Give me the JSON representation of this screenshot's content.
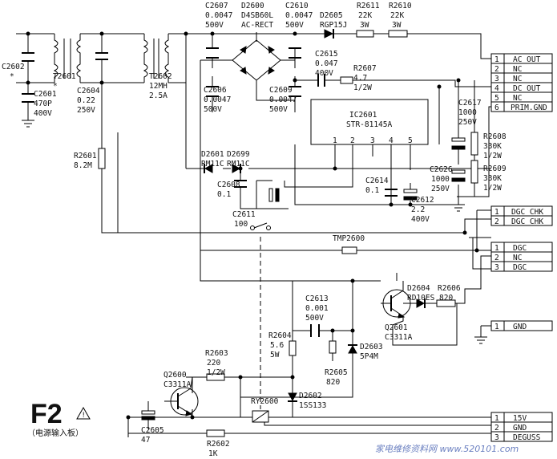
{
  "title": {
    "main": "F2",
    "subtitle": "（电源输入板）"
  },
  "watermark": {
    "text": "家电维修资料网 www.520101.com"
  },
  "components": {
    "C2602": {
      "ref": "C2602",
      "mark": "*"
    },
    "C2601": {
      "ref": "C2601",
      "v1": "470P",
      "v2": "400V"
    },
    "T2601": {
      "ref": "T2601",
      "mark": "*"
    },
    "C2604": {
      "ref": "C2604",
      "v1": "0.22",
      "v2": "250V"
    },
    "T2602": {
      "ref": "T2602",
      "v1": "12MH",
      "v2": "2.5A"
    },
    "C2607": {
      "ref": "C2607",
      "v1": "0.0047",
      "v2": "500V"
    },
    "D2600": {
      "ref": "D2600",
      "v1": "D4SB60L",
      "v2": "AC-RECT"
    },
    "C2610": {
      "ref": "C2610",
      "v1": "0.0047",
      "v2": "500V"
    },
    "D2605": {
      "ref": "D2605",
      "v1": "RGP15J"
    },
    "R2611": {
      "ref": "R2611",
      "v1": "22K",
      "v2": "3W"
    },
    "R2610": {
      "ref": "R2610",
      "v1": "22K",
      "v2": "3W"
    },
    "C2606": {
      "ref": "C2606",
      "v1": "0.0047",
      "v2": "500V"
    },
    "C2609": {
      "ref": "C2609",
      "v1": "0.0047",
      "v2": "500V"
    },
    "C2615": {
      "ref": "C2615",
      "v1": "0.047",
      "v2": "400V"
    },
    "R2607": {
      "ref": "R2607",
      "v1": "4.7",
      "v2": "1/2W"
    },
    "C2617": {
      "ref": "C2617",
      "v1": "1000",
      "v2": "250V"
    },
    "IC2601": {
      "ref": "IC2601",
      "v1": "STR-81145A",
      "pins": [
        "1",
        "2",
        "3",
        "4",
        "5"
      ]
    },
    "R2608": {
      "ref": "R2608",
      "v1": "330K",
      "v2": "1/2W"
    },
    "R2609": {
      "ref": "R2609",
      "v1": "330K",
      "v2": "1/2W"
    },
    "C2626": {
      "ref": "C2626",
      "v1": "1000",
      "v2": "250V"
    },
    "R2601": {
      "ref": "R2601",
      "v1": "8.2M"
    },
    "D2601": {
      "ref": "D2601",
      "v1": "RM11C"
    },
    "D2699": {
      "ref": "D2699",
      "v1": "RM11C"
    },
    "C2608": {
      "ref": "C2608",
      "v1": "0.1"
    },
    "C2614": {
      "ref": "C2614",
      "v1": "0.1"
    },
    "C2612": {
      "ref": "C2612",
      "v1": "2.2",
      "v2": "400V"
    },
    "C2611": {
      "ref": "C2611",
      "v1": "100"
    },
    "TMP2600": {
      "ref": "TMP2600"
    },
    "D2604": {
      "ref": "D2604",
      "v1": "RD10ES"
    },
    "R2606": {
      "ref": "R2606",
      "v1": "820"
    },
    "C2613": {
      "ref": "C2613",
      "v1": "0.001",
      "v2": "500V"
    },
    "Q2601": {
      "ref": "Q2601",
      "v1": "C3311A"
    },
    "R2604": {
      "ref": "R2604",
      "v1": "5.6",
      "v2": "5W"
    },
    "D2603": {
      "ref": "D2603",
      "v1": "5P4M"
    },
    "R2605": {
      "ref": "R2605",
      "v1": "820"
    },
    "R2603": {
      "ref": "R2603",
      "v1": "220",
      "v2": "1/2W"
    },
    "Q2600": {
      "ref": "Q2600",
      "v1": "C3311A"
    },
    "D2602": {
      "ref": "D2602",
      "v1": "1SS133"
    },
    "RY2600": {
      "ref": "RY2600"
    },
    "C2605": {
      "ref": "C2605",
      "v1": "47"
    },
    "R2602": {
      "ref": "R2602",
      "v1": "1K"
    }
  },
  "connectors": [
    {
      "pins": [
        {
          "num": "1",
          "label": "AC OUT"
        },
        {
          "num": "2",
          "label": "NC"
        },
        {
          "num": "3",
          "label": "NC"
        },
        {
          "num": "4",
          "label": "DC OUT"
        },
        {
          "num": "5",
          "label": "NC"
        },
        {
          "num": "6",
          "label": "PRIM.GND"
        }
      ]
    },
    {
      "pins": [
        {
          "num": "1",
          "label": "DGC CHK"
        },
        {
          "num": "2",
          "label": "DGC CHK"
        }
      ]
    },
    {
      "pins": [
        {
          "num": "1",
          "label": "DGC"
        },
        {
          "num": "2",
          "label": "NC"
        },
        {
          "num": "3",
          "label": "DGC"
        }
      ]
    },
    {
      "pins": [
        {
          "num": "1",
          "label": "GND"
        }
      ]
    },
    {
      "pins": [
        {
          "num": "1",
          "label": "15V"
        },
        {
          "num": "2",
          "label": "GND"
        },
        {
          "num": "3",
          "label": "DEGUSS"
        }
      ]
    }
  ]
}
